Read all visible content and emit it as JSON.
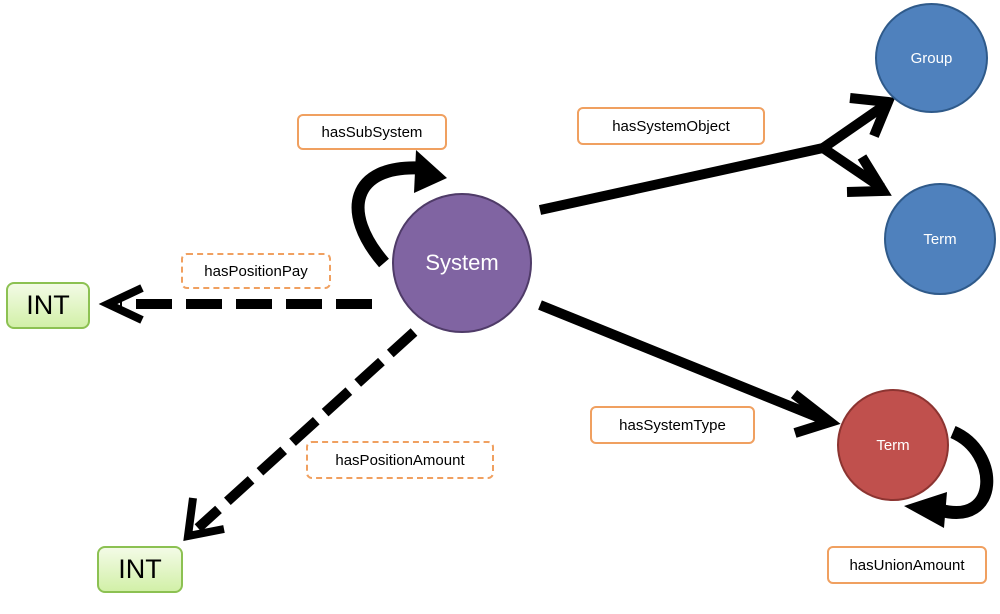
{
  "nodes": {
    "system": "System",
    "group": "Group",
    "term_blue": "Term",
    "term_red": "Term",
    "int_left": "INT",
    "int_bottom": "INT"
  },
  "edges": {
    "has_sub_system": "hasSubSystem",
    "has_system_object": "hasSystemObject",
    "has_position_pay": "hasPositionPay",
    "has_position_amount": "hasPositionAmount",
    "has_system_type": "hasSystemType",
    "has_union_amount": "hasUnionAmount"
  },
  "colors": {
    "system": "#8064a2",
    "group_term": "#4f81bd",
    "term_red": "#c0504d",
    "label_border": "#f0a060",
    "int_border": "#8cc152"
  }
}
